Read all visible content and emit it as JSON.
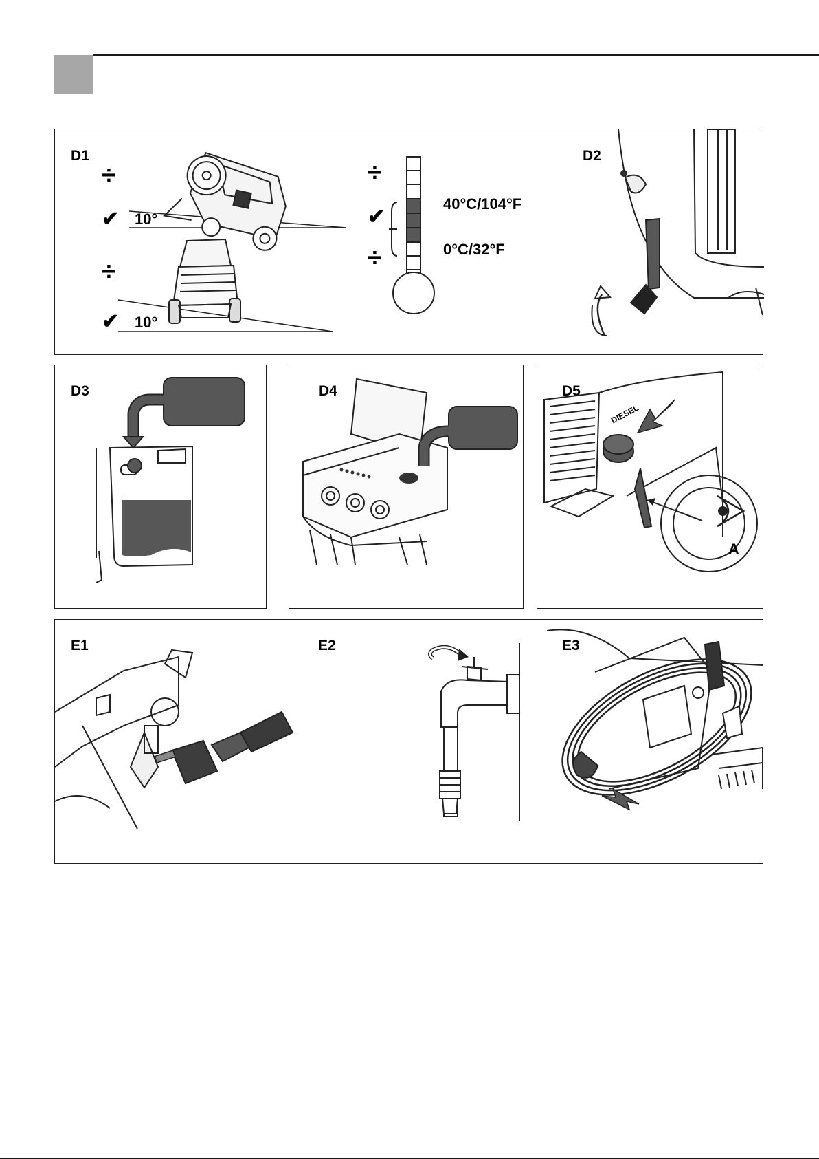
{
  "figures": {
    "d1": {
      "label": "D1",
      "slope_top": "10°",
      "slope_bottom": "10°",
      "not_allowed": "÷",
      "allowed": "✔",
      "temp_high": "40°C/104°F",
      "temp_low": "0°C/32°F"
    },
    "d2": {
      "label": "D2"
    },
    "d3": {
      "label": "D3"
    },
    "d4": {
      "label": "D4"
    },
    "d5": {
      "label": "D5",
      "fuel_text": "DIESEL",
      "marker": "A"
    },
    "e1": {
      "label": "E1"
    },
    "e2": {
      "label": "E2"
    },
    "e3": {
      "label": "E3"
    }
  },
  "colors": {
    "header_square": "#a7a7a8",
    "fill_dark": "#575757",
    "line": "#1e1e1e"
  },
  "icons": [
    "not-allowed-icon",
    "checkmark-icon",
    "thermometer-icon",
    "rotate-arrow-icon",
    "eye-icon",
    "arrow-icon"
  ]
}
